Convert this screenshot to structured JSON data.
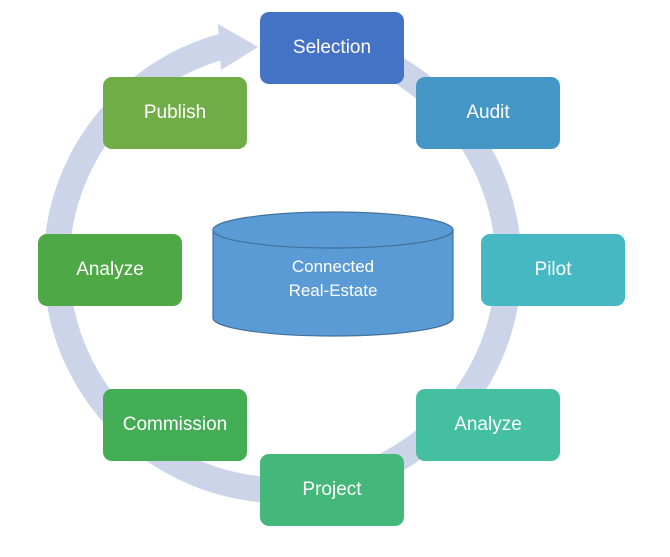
{
  "center": {
    "line1": "Connected",
    "line2": "Real-Estate",
    "fill": "#5b9bd5",
    "stroke": "#41719c"
  },
  "ring": {
    "color": "#ccd4ea"
  },
  "steps": [
    {
      "label": "Selection",
      "color": "#4472c4"
    },
    {
      "label": "Audit",
      "color": "#4496c4"
    },
    {
      "label": "Pilot",
      "color": "#45b8c3"
    },
    {
      "label": "Analyze",
      "color": "#44bf9f"
    },
    {
      "label": "Project",
      "color": "#44b77a"
    },
    {
      "label": "Commission",
      "color": "#43ad55"
    },
    {
      "label": "Analyze",
      "color": "#4ea845"
    },
    {
      "label": "Publish",
      "color": "#70ad47"
    }
  ]
}
